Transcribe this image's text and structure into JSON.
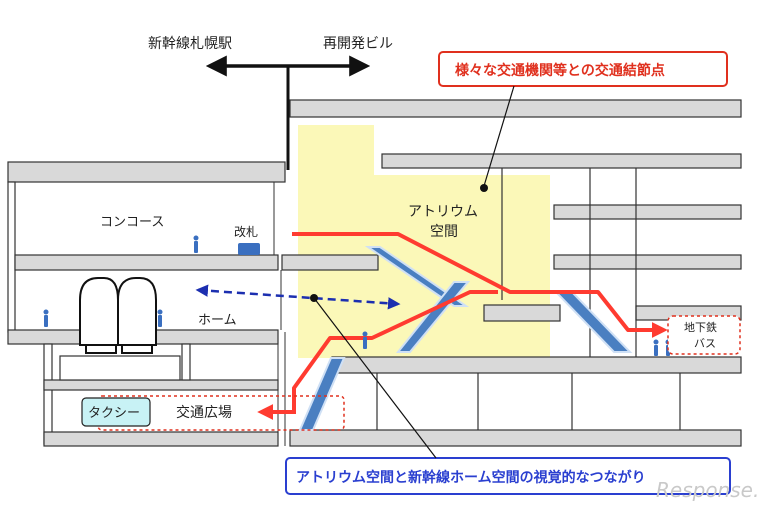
{
  "direction_left": "新幹線札幌駅",
  "direction_right": "再開発ビル",
  "callout_top": "様々な交通機関等との交通結節点",
  "callout_bottom": "アトリウム空間と新幹線ホーム空間の視覚的なつながり",
  "atrium_label_1": "アトリウム",
  "atrium_label_2": "空間",
  "concourse_label": "コンコース",
  "gate_label": "改札",
  "platform_label": "ホーム",
  "taxi_label": "タクシー",
  "plaza_label": "交通広場",
  "subway_label_1": "地下鉄",
  "subway_label_2": "バス",
  "watermark": "Response.",
  "colors": {
    "atrium_fill": "#fbf8b8",
    "floor_fill": "#d9d9d9",
    "outline": "#333333",
    "route_red": "#ff3b30",
    "escalator_blue": "#4a7fc1",
    "escalator_edge": "#cfe0f5",
    "dash_blue": "#1c2fb0",
    "taxi_fill": "#c8f2f5",
    "callout_top_border": "#e0301e",
    "callout_bottom_border": "#2a3fd0",
    "dotted_red": "#e0301e"
  }
}
